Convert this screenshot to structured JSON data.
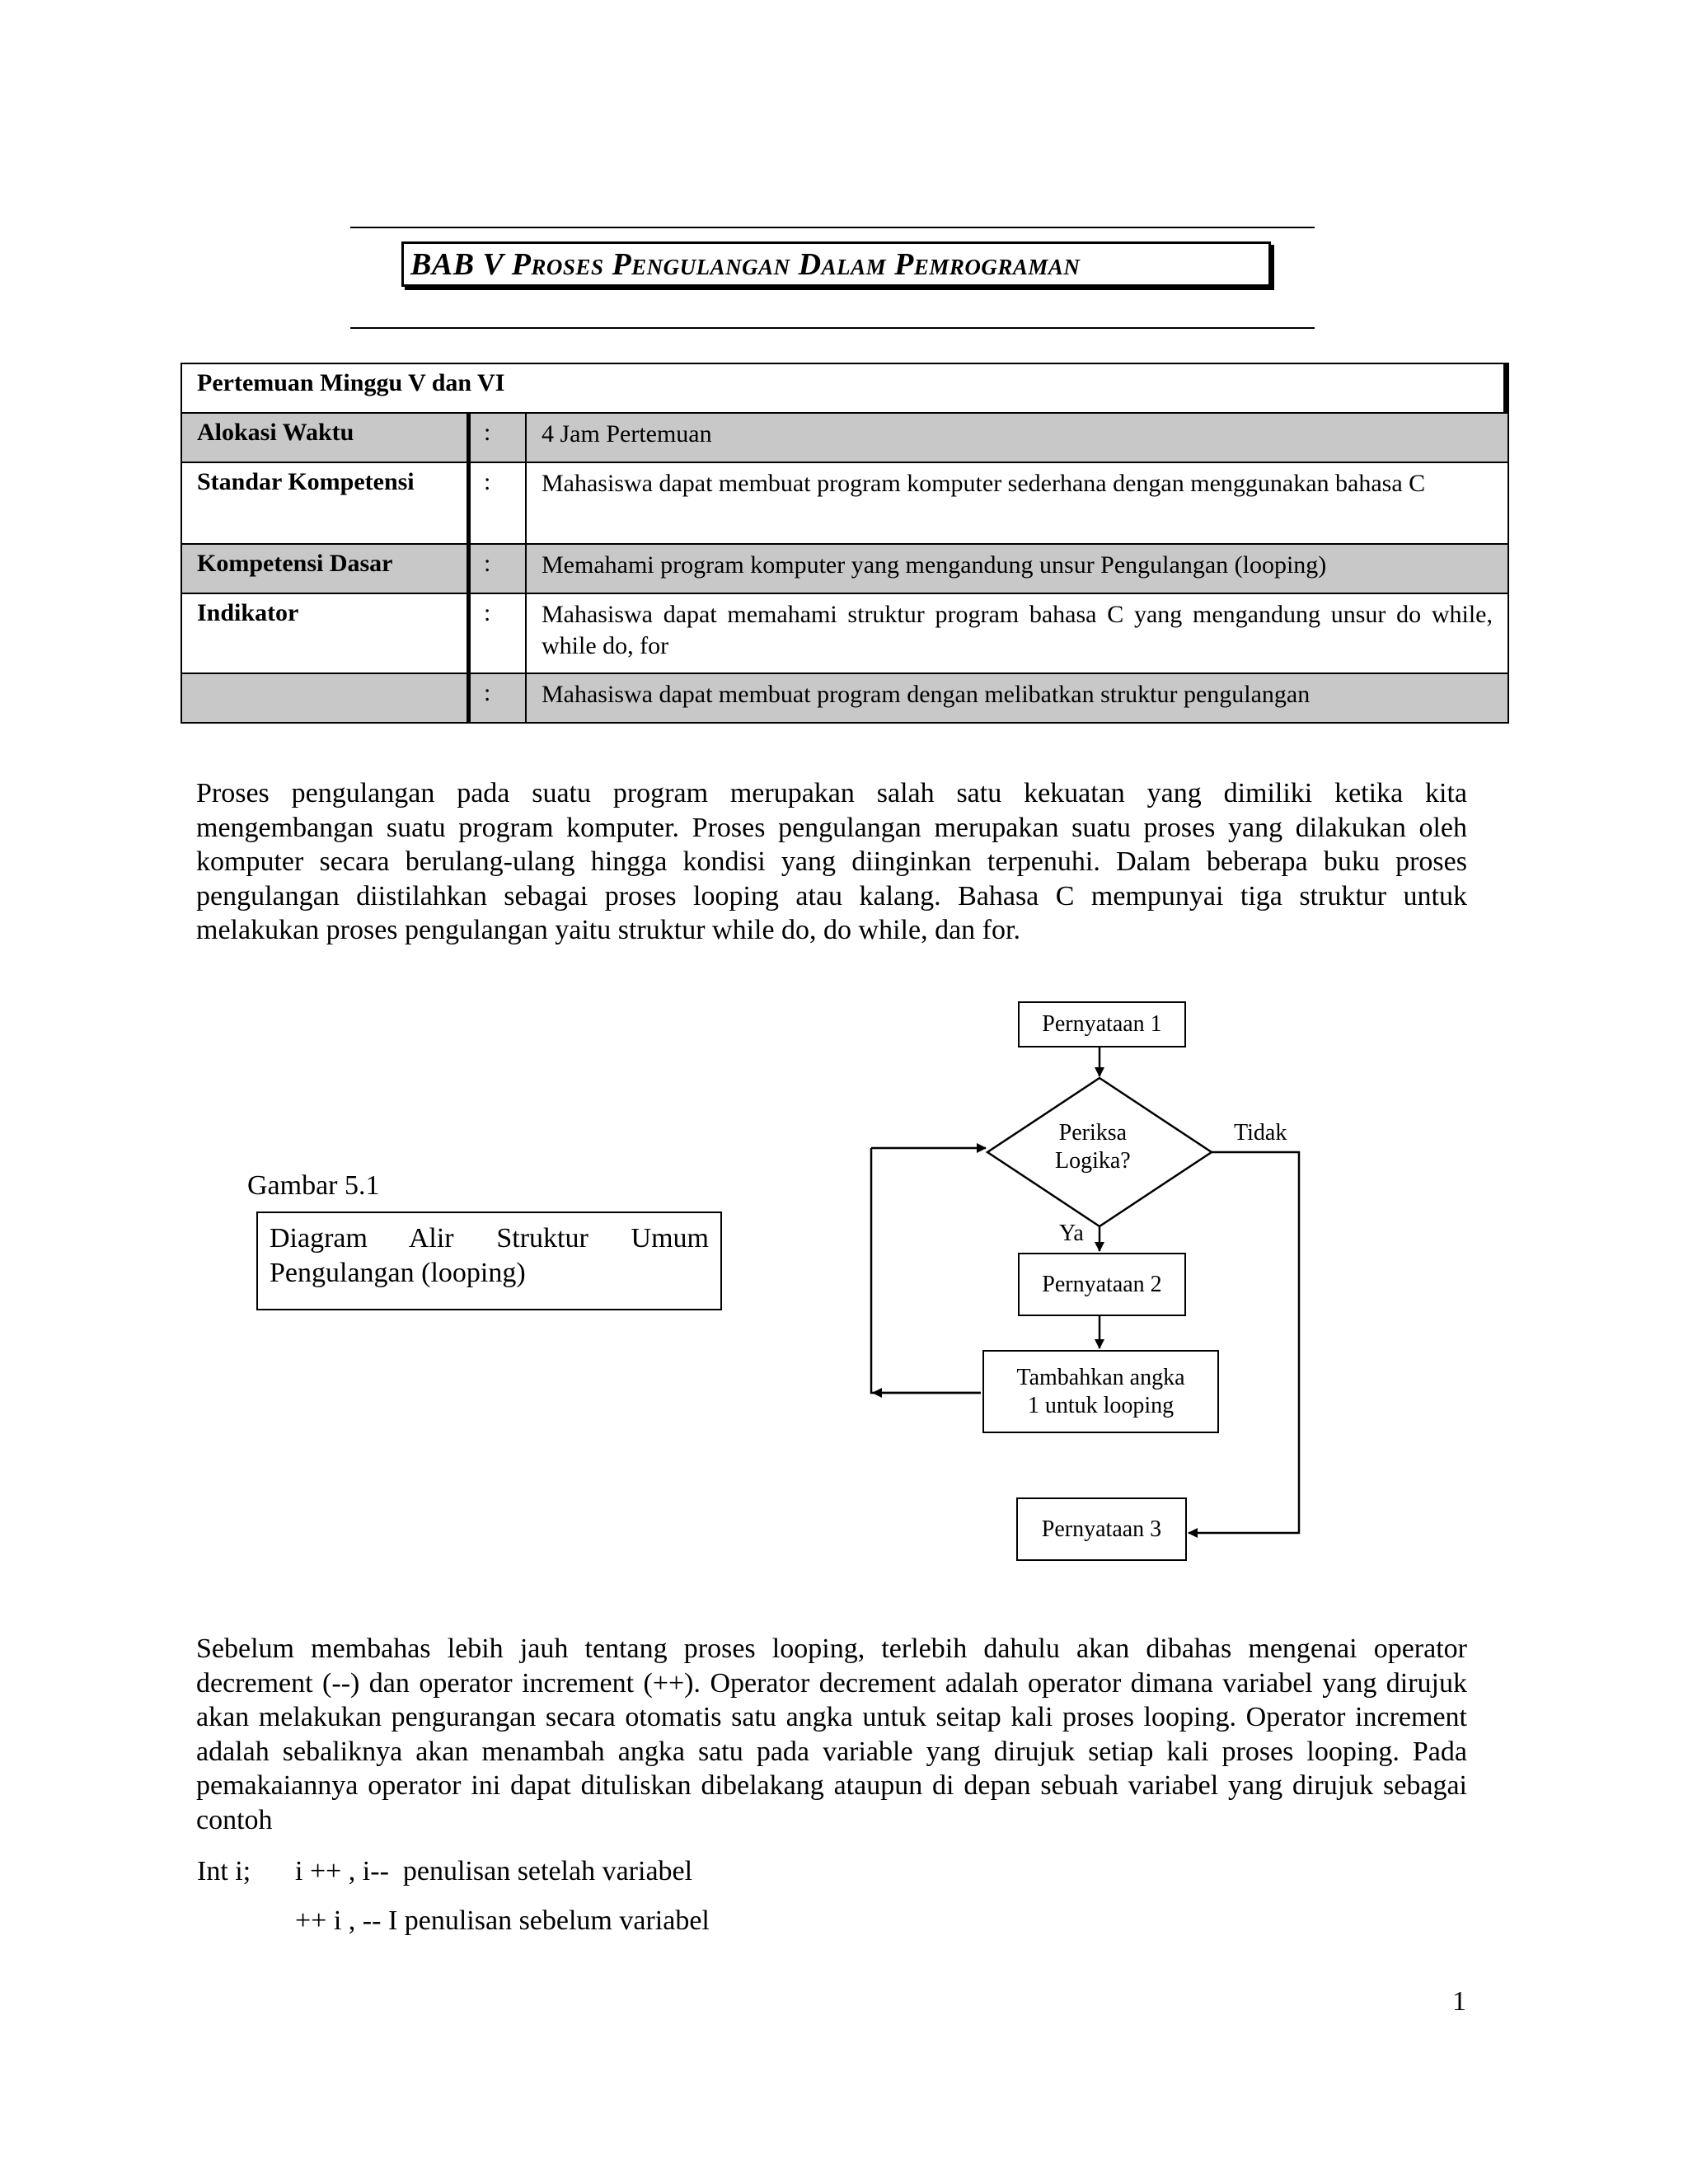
{
  "chapter": {
    "title": "BAB V Proses Pengulangan Dalam Pemrograman"
  },
  "table": {
    "header": "Pertemuan Minggu V dan VI",
    "rows": [
      {
        "label": "Alokasi Waktu",
        "colon": ":",
        "value": "4 Jam Pertemuan"
      },
      {
        "label": "Standar Kompetensi",
        "colon": ":",
        "value": "Mahasiswa dapat membuat program komputer sederhana dengan menggunakan bahasa C"
      },
      {
        "label": "Kompetensi Dasar",
        "colon": ":",
        "value": "Memahami program komputer yang mengandung unsur Pengulangan (looping)"
      },
      {
        "label": "Indikator",
        "colon": ":",
        "value": "Mahasiswa dapat memahami struktur program bahasa C yang mengandung unsur do while, while do, for"
      },
      {
        "label": "",
        "colon": ":",
        "value": "Mahasiswa dapat membuat program dengan melibatkan struktur pengulangan"
      }
    ]
  },
  "paragraph1": "Proses pengulangan pada suatu program merupakan salah satu kekuatan yang dimiliki ketika kita mengembangan suatu program komputer. Proses pengulangan merupakan suatu proses yang dilakukan oleh komputer secara berulang-ulang hingga kondisi yang diinginkan terpenuhi. Dalam beberapa buku proses pengulangan diistilahkan sebagai proses looping atau kalang. Bahasa C mempunyai tiga struktur untuk melakukan proses pengulangan yaitu struktur while do, do while, dan for.",
  "figure": {
    "label": "Gambar 5.1",
    "caption": "Diagram Alir Struktur Umum Pengulangan (looping)",
    "flowchart": {
      "statement1": "Pernyataan 1",
      "decision_line1": "Periksa",
      "decision_line2": "Logika?",
      "no_label": "Tidak",
      "yes_label": "Ya",
      "statement2": "Pernyataan 2",
      "increment_line1": "Tambahkan angka",
      "increment_line2": "1 untuk looping",
      "statement3": "Pernyataan 3"
    }
  },
  "paragraph2": "Sebelum membahas lebih jauh tentang proses looping, terlebih dahulu akan dibahas mengenai operator decrement (--) dan operator increment (++). Operator decrement adalah operator dimana variabel yang dirujuk akan melakukan pengurangan secara otomatis satu angka untuk seitap kali proses looping. Operator increment adalah sebaliknya akan menambah angka satu pada variable yang dirujuk setiap kali proses looping. Pada pemakaiannya operator ini dapat dituliskan dibelakang ataupun di depan sebuah variabel yang dirujuk sebagai contoh",
  "code": {
    "decl": "Int i;",
    "line1": "i ++ , i--  penulisan setelah variabel",
    "line2": "++ i , -- I penulisan sebelum variabel"
  },
  "page_number": "1"
}
